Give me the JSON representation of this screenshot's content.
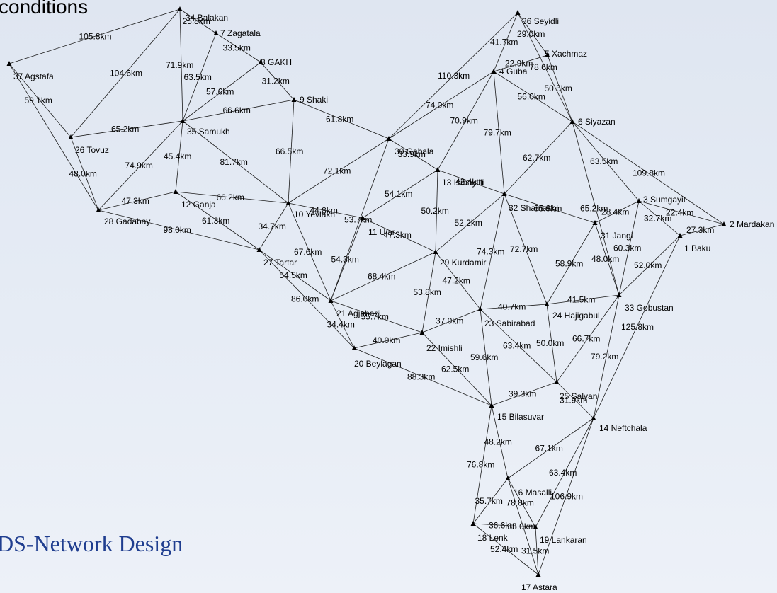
{
  "slide": {
    "heading": "conditions",
    "footer": "DS-Network Design"
  },
  "nodes": [
    {
      "id": "1",
      "label": "1  Baku"
    },
    {
      "id": "2",
      "label": "2  Mardakan"
    },
    {
      "id": "3",
      "label": "3  Sumgayit"
    },
    {
      "id": "4",
      "label": "4  Guba"
    },
    {
      "id": "5",
      "label": "5  Xachmaz"
    },
    {
      "id": "6",
      "label": "6  Siyazan"
    },
    {
      "id": "7",
      "label": "7  Zagatala"
    },
    {
      "id": "8",
      "label": "8  GAKH"
    },
    {
      "id": "9",
      "label": "9  Shaki"
    },
    {
      "id": "10",
      "label": "10 Yevlakh"
    },
    {
      "id": "11",
      "label": "11 Ujar"
    },
    {
      "id": "12",
      "label": "12 Ganja"
    },
    {
      "id": "13",
      "label": "13 Ismayilli"
    },
    {
      "id": "14",
      "label": "14 Neftchala"
    },
    {
      "id": "15",
      "label": "15 Bilasuvar"
    },
    {
      "id": "16",
      "label": "16 Masalli"
    },
    {
      "id": "17",
      "label": "17 Astara"
    },
    {
      "id": "18",
      "label": "18 Lenk"
    },
    {
      "id": "19",
      "label": "19 Lankaran"
    },
    {
      "id": "20",
      "label": "20 Beylagan"
    },
    {
      "id": "21",
      "label": "21 Agjabadi"
    },
    {
      "id": "22",
      "label": "22 Imishli"
    },
    {
      "id": "23",
      "label": "23 Sabirabad"
    },
    {
      "id": "24",
      "label": "24 Hajigabul"
    },
    {
      "id": "25",
      "label": "25 Salyan"
    },
    {
      "id": "26",
      "label": "26 Tovuz"
    },
    {
      "id": "27",
      "label": "27 Tartar"
    },
    {
      "id": "28",
      "label": "28 Gadabay"
    },
    {
      "id": "29",
      "label": "29 Kurdamir"
    },
    {
      "id": "30",
      "label": "30 Gabala"
    },
    {
      "id": "31",
      "label": "31 Jangi"
    },
    {
      "id": "32",
      "label": "32 Shamakhi"
    },
    {
      "id": "33",
      "label": "33 Gobustan"
    },
    {
      "id": "34",
      "label": "34 Balakan"
    },
    {
      "id": "35",
      "label": "35 Samukh"
    },
    {
      "id": "36",
      "label": "36 Seyidli"
    },
    {
      "id": "37",
      "label": "37 Agstafa"
    }
  ],
  "edges": [
    {
      "from": "37",
      "to": "34",
      "label": "105.8km"
    },
    {
      "from": "34",
      "to": "7",
      "label": "25.8km"
    },
    {
      "from": "7",
      "to": "8",
      "label": "33.5km"
    },
    {
      "from": "34",
      "to": "35",
      "label": "71.9km"
    },
    {
      "from": "7",
      "to": "35",
      "label": "63.5km"
    },
    {
      "from": "8",
      "to": "35",
      "label": "57.6km"
    },
    {
      "from": "8",
      "to": "9",
      "label": "31.2km"
    },
    {
      "from": "34",
      "to": "26",
      "label": "104.6km"
    },
    {
      "from": "35",
      "to": "9",
      "label": "66.6km"
    },
    {
      "from": "37",
      "to": "26",
      "label": "59.1km"
    },
    {
      "from": "37",
      "to": "28",
      "label": ""
    },
    {
      "from": "26",
      "to": "35",
      "label": "65.2km"
    },
    {
      "from": "26",
      "to": "28",
      "label": "48.0km"
    },
    {
      "from": "35",
      "to": "28",
      "label": "74.9km"
    },
    {
      "from": "35",
      "to": "12",
      "label": "45.4km"
    },
    {
      "from": "35",
      "to": "10",
      "label": "81.7km"
    },
    {
      "from": "9",
      "to": "10",
      "label": "66.5km"
    },
    {
      "from": "9",
      "to": "30",
      "label": "61.8km"
    },
    {
      "from": "28",
      "to": "12",
      "label": "47.3km"
    },
    {
      "from": "28",
      "to": "27",
      "label": "98.0km"
    },
    {
      "from": "12",
      "to": "10",
      "label": "66.2km"
    },
    {
      "from": "12",
      "to": "27",
      "label": "61.3km"
    },
    {
      "from": "10",
      "to": "27",
      "label": "34.7km"
    },
    {
      "from": "10",
      "to": "11",
      "label": "44.8km"
    },
    {
      "from": "10",
      "to": "30",
      "label": "72.1km"
    },
    {
      "from": "10",
      "to": "21",
      "label": "67.6km"
    },
    {
      "from": "27",
      "to": "21",
      "label": "54.5km"
    },
    {
      "from": "27",
      "to": "20",
      "label": "86.0km"
    },
    {
      "from": "30",
      "to": "36",
      "label": "110.3km"
    },
    {
      "from": "30",
      "to": "4",
      "label": "74.0km"
    },
    {
      "from": "30",
      "to": "13",
      "label": "33.9km"
    },
    {
      "from": "30",
      "to": "21",
      "label": "53.7km"
    },
    {
      "from": "36",
      "to": "5",
      "label": "29.0km"
    },
    {
      "from": "36",
      "to": "4",
      "label": "41.7km"
    },
    {
      "from": "36",
      "to": "6",
      "label": "78.6km"
    },
    {
      "from": "5",
      "to": "4",
      "label": "22.9km"
    },
    {
      "from": "5",
      "to": "6",
      "label": "50.5km"
    },
    {
      "from": "4",
      "to": "6",
      "label": "56.0km"
    },
    {
      "from": "4",
      "to": "13",
      "label": "70.9km"
    },
    {
      "from": "4",
      "to": "32",
      "label": "79.7km"
    },
    {
      "from": "13",
      "to": "11",
      "label": "54.1km"
    },
    {
      "from": "13",
      "to": "32",
      "label": "42.4km"
    },
    {
      "from": "13",
      "to": "29",
      "label": "50.2km"
    },
    {
      "from": "11",
      "to": "29",
      "label": "47.3km"
    },
    {
      "from": "11",
      "to": "21",
      "label": "54.3km"
    },
    {
      "from": "6",
      "to": "32",
      "label": "62.7km"
    },
    {
      "from": "6",
      "to": "33",
      "label": "65.2km"
    },
    {
      "from": "6",
      "to": "3",
      "label": "63.5km"
    },
    {
      "from": "6",
      "to": "2",
      "label": "109.8km"
    },
    {
      "from": "32",
      "to": "31",
      "label": "55.9km"
    },
    {
      "from": "32",
      "to": "29",
      "label": "52.2km"
    },
    {
      "from": "32",
      "to": "23",
      "label": "74.3km"
    },
    {
      "from": "32",
      "to": "24",
      "label": "72.7km"
    },
    {
      "from": "3",
      "to": "31",
      "label": "28.4km"
    },
    {
      "from": "3",
      "to": "1",
      "label": "32.7km"
    },
    {
      "from": "3",
      "to": "2",
      "label": "22.4km"
    },
    {
      "from": "1",
      "to": "2",
      "label": "27.3km"
    },
    {
      "from": "31",
      "to": "24",
      "label": "58.9km"
    },
    {
      "from": "31",
      "to": "33",
      "label": "48.0km"
    },
    {
      "from": "3",
      "to": "33",
      "label": "60.3km"
    },
    {
      "from": "1",
      "to": "33",
      "label": "52.0km"
    },
    {
      "from": "1",
      "to": "14",
      "label": "125.8km"
    },
    {
      "from": "29",
      "to": "21",
      "label": "68.4km"
    },
    {
      "from": "29",
      "to": "22",
      "label": "53.8km"
    },
    {
      "from": "29",
      "to": "23",
      "label": "47.2km"
    },
    {
      "from": "21",
      "to": "22",
      "label": "55.7km"
    },
    {
      "from": "21",
      "to": "20",
      "label": "34.4km"
    },
    {
      "from": "20",
      "to": "22",
      "label": "40.0km"
    },
    {
      "from": "20",
      "to": "15",
      "label": "88.3km"
    },
    {
      "from": "22",
      "to": "23",
      "label": "37.0km"
    },
    {
      "from": "22",
      "to": "15",
      "label": "62.5km"
    },
    {
      "from": "23",
      "to": "24",
      "label": "40.7km"
    },
    {
      "from": "24",
      "to": "33",
      "label": "41.5km"
    },
    {
      "from": "23",
      "to": "15",
      "label": "59.6km"
    },
    {
      "from": "23",
      "to": "25",
      "label": "63.4km"
    },
    {
      "from": "24",
      "to": "25",
      "label": "50.0km"
    },
    {
      "from": "33",
      "to": "25",
      "label": "66.7km"
    },
    {
      "from": "33",
      "to": "14",
      "label": "79.2km"
    },
    {
      "from": "25",
      "to": "15",
      "label": "39.3km"
    },
    {
      "from": "25",
      "to": "14",
      "label": "31.9km"
    },
    {
      "from": "15",
      "to": "16",
      "label": "48.2km"
    },
    {
      "from": "15",
      "to": "18",
      "label": "76.8km"
    },
    {
      "from": "14",
      "to": "16",
      "label": "67.1km"
    },
    {
      "from": "14",
      "to": "19",
      "label": "63.4km"
    },
    {
      "from": "14",
      "to": "17",
      "label": "106.9km"
    },
    {
      "from": "16",
      "to": "19",
      "label": "78.8km"
    },
    {
      "from": "16",
      "to": "18",
      "label": "35.7km"
    },
    {
      "from": "16",
      "to": "17",
      "label": "35.0km"
    },
    {
      "from": "18",
      "to": "19",
      "label": "36.6km"
    },
    {
      "from": "18",
      "to": "17",
      "label": "52.4km"
    },
    {
      "from": "19",
      "to": "17",
      "label": "31.5km"
    }
  ]
}
